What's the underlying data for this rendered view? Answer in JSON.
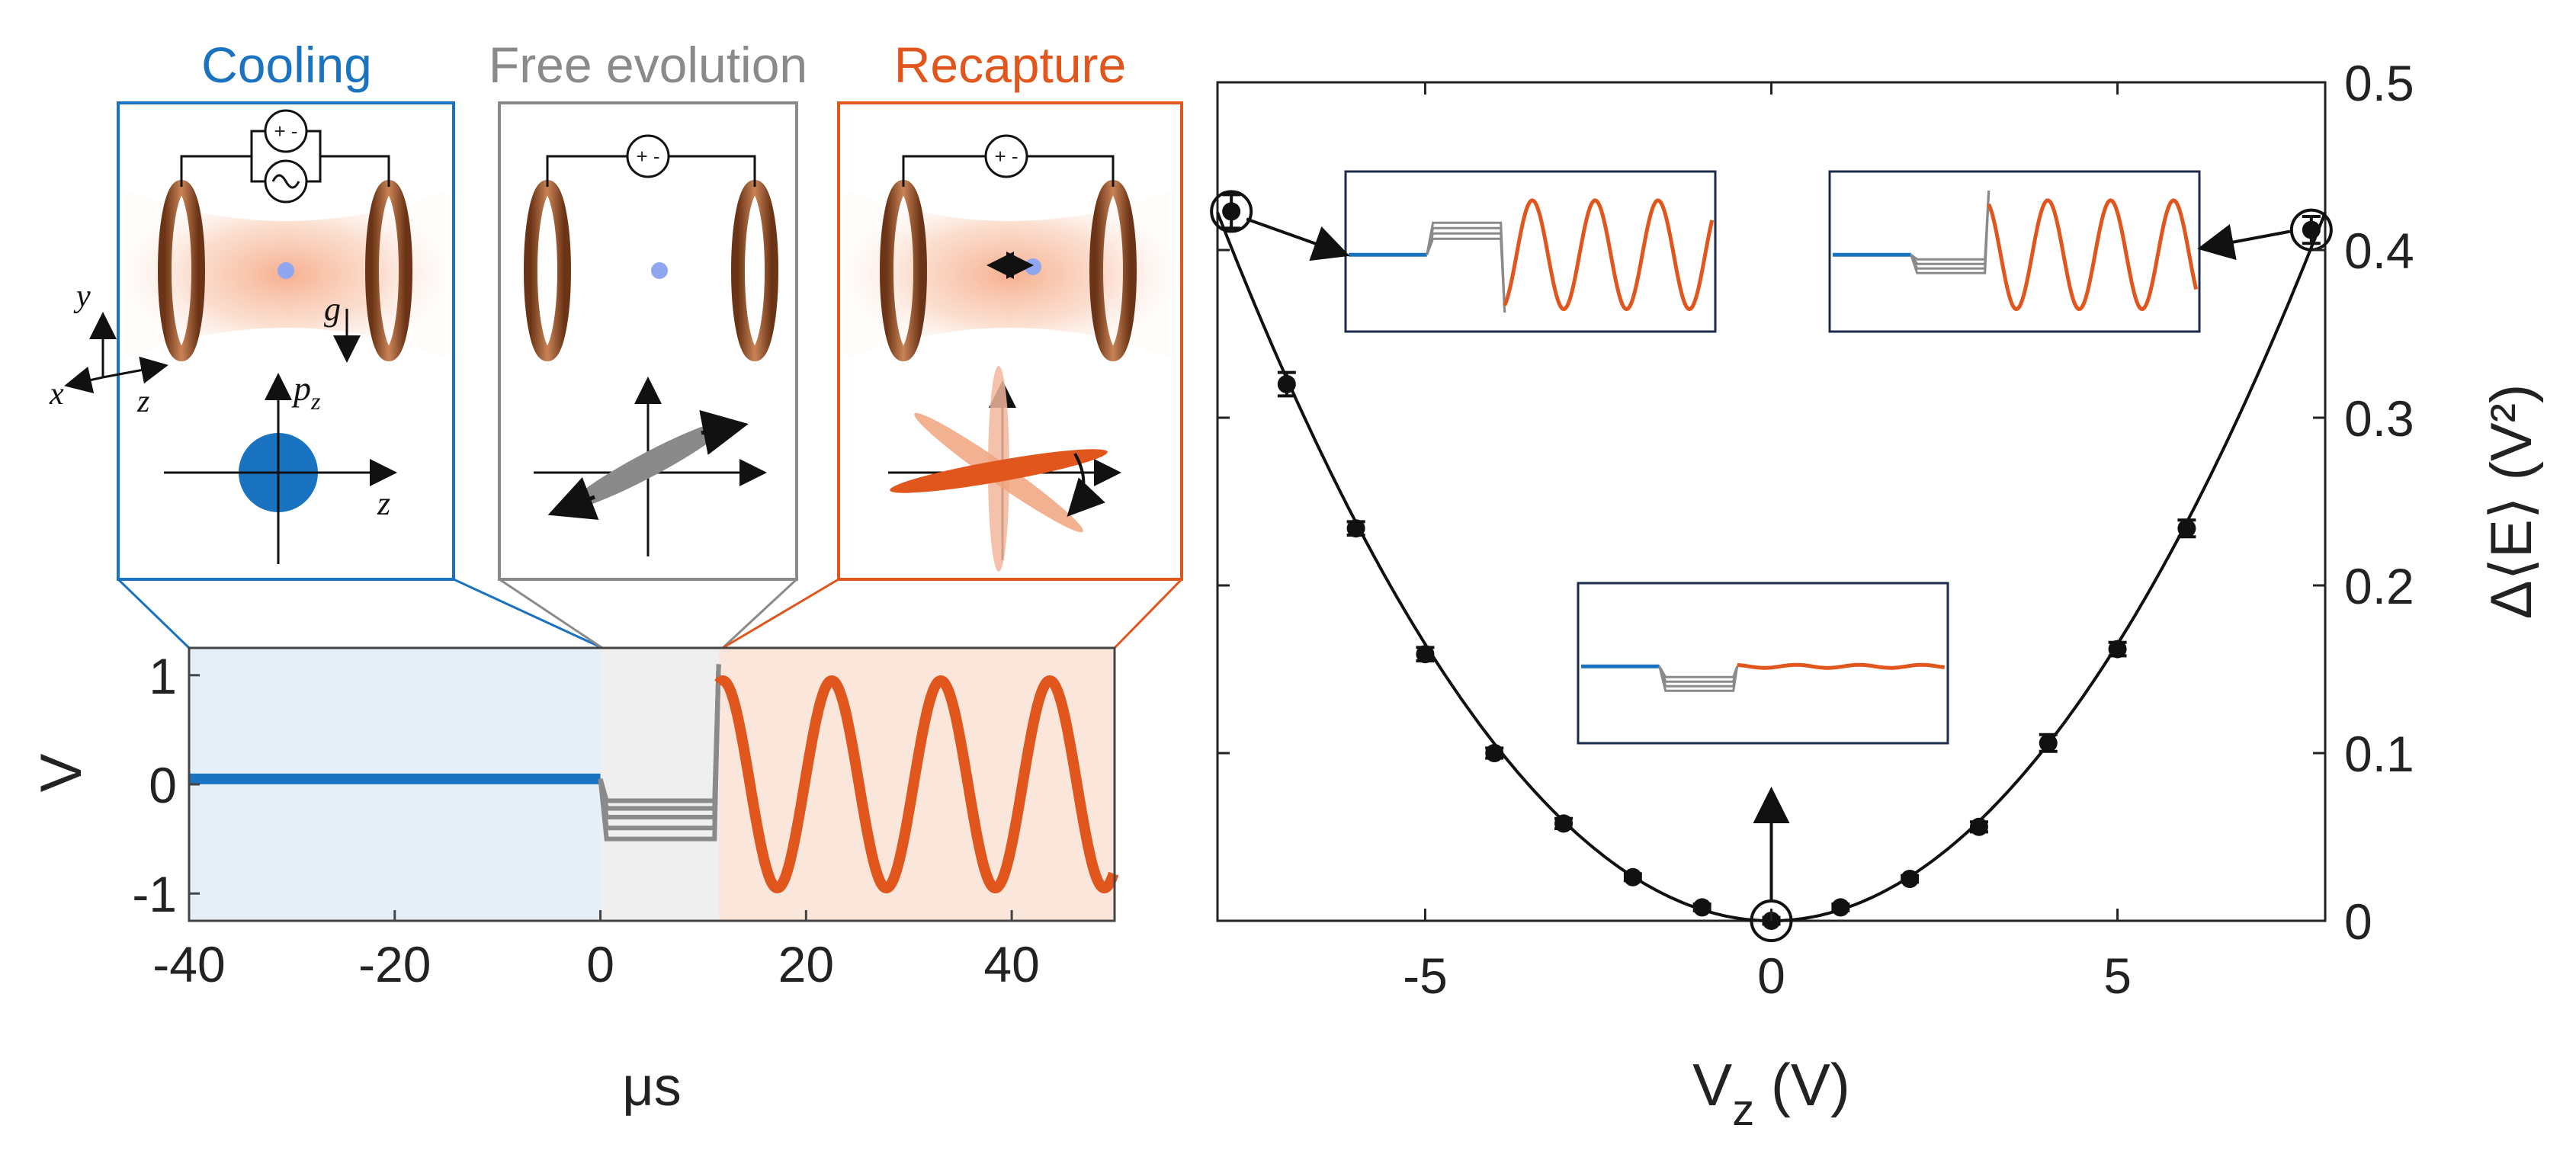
{
  "panel_titles": {
    "cooling": "Cooling",
    "free_evolution": "Free evolution",
    "recapture": "Recapture"
  },
  "colors": {
    "cooling": "#1a73c0",
    "free_evolution": "#8a8a8a",
    "recapture": "#e0561c",
    "coil": "#8b4a2a",
    "axis": "#222222",
    "inset_border": "#1c2b4a"
  },
  "schematic_labels": {
    "x": "x",
    "y": "y",
    "z": "z",
    "g": "g",
    "pz": "p",
    "pz_sub": "z",
    "z_axis": "z",
    "plus_minus": "+ -"
  },
  "chart_data": [
    {
      "type": "line",
      "xlabel": "μs",
      "ylabel": "V",
      "xlim": [
        -40,
        50
      ],
      "ylim": [
        -1.25,
        1.25
      ],
      "xticks": [
        -40,
        -20,
        0,
        20,
        40
      ],
      "xtick_labels": [
        "-40",
        "-20",
        "0",
        "20",
        "40"
      ],
      "yticks": [
        -1,
        0,
        1
      ],
      "ytick_labels": [
        "-1",
        "0",
        "1"
      ],
      "regions": [
        {
          "name": "Cooling",
          "x": [
            -40,
            0
          ],
          "color": "#1a73c0"
        },
        {
          "name": "Free evolution",
          "x": [
            0,
            11.5
          ],
          "color": "#8a8a8a"
        },
        {
          "name": "Recapture",
          "x": [
            11.5,
            50
          ],
          "color": "#e0561c"
        }
      ],
      "series": [
        {
          "segment": "cooling",
          "x_range": [
            -40,
            0
          ],
          "value": 0.05
        },
        {
          "segment": "free_evolution",
          "x_range": [
            0,
            11.5
          ],
          "levels": [
            -0.15,
            -0.22,
            -0.3,
            -0.4,
            -0.5
          ]
        },
        {
          "segment": "recapture",
          "x_range": [
            11.5,
            50
          ],
          "amplitude": 0.95,
          "period": 10.6,
          "peak_at": 22.5
        }
      ]
    },
    {
      "type": "scatter",
      "xlabel": "V",
      "xlabel_sub": "z",
      "xlabel_unit": " (V)",
      "ylabel": "Δ⟨E⟩ (V²)",
      "xlim": [
        -8,
        8
      ],
      "ylim": [
        0,
        0.5
      ],
      "xticks": [
        -5,
        0,
        5
      ],
      "xtick_labels": [
        "-5",
        "0",
        "5"
      ],
      "yticks": [
        0,
        0.1,
        0.2,
        0.3,
        0.4,
        0.5
      ],
      "ytick_labels": [
        "0",
        "0.1",
        "0.2",
        "0.3",
        "0.4",
        "0.5"
      ],
      "grid": false,
      "series": [
        {
          "x": [
            -7.8,
            -7,
            -6,
            -5,
            -4,
            -3,
            -2,
            -1,
            0,
            1,
            2,
            3,
            4,
            5,
            6,
            7.8
          ],
          "y": [
            0.423,
            0.32,
            0.234,
            0.159,
            0.1,
            0.058,
            0.026,
            0.008,
            0.0,
            0.008,
            0.025,
            0.056,
            0.106,
            0.162,
            0.234,
            0.412
          ],
          "yerr": [
            0.01,
            0.007,
            0.004,
            0.004,
            0.003,
            0.003,
            0.002,
            0.002,
            0.002,
            0.002,
            0.002,
            0.003,
            0.005,
            0.004,
            0.005,
            0.008
          ]
        }
      ],
      "fit": {
        "type": "quadratic",
        "a": 0.0066,
        "x0": 0.0
      },
      "highlighted_points": [
        -7.8,
        0,
        7.8
      ]
    }
  ]
}
